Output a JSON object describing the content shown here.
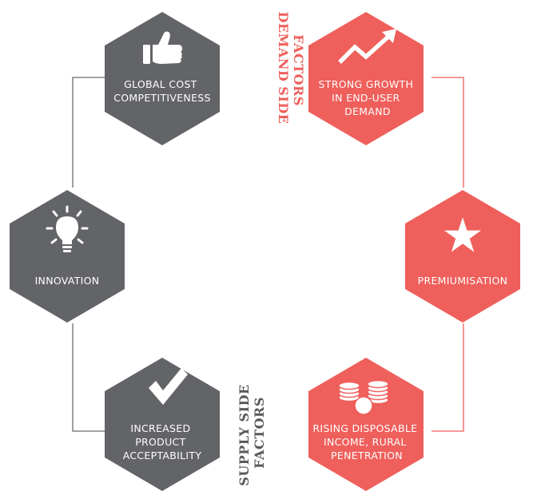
{
  "colors": {
    "supply": "#636467",
    "demand": "#ef5f5b",
    "connector_supply": "#6d6e71",
    "connector_demand": "#ef5f5b"
  },
  "supply_side_label": {
    "line1": "SUPPLY SIDE",
    "line2": "FACTORS"
  },
  "demand_side_label": {
    "line1": "DEMAND SIDE",
    "line2": "FACTORS"
  },
  "factors": [
    {
      "id": "global-cost",
      "side": "supply",
      "icon": "thumbs-up-icon",
      "lines": [
        "GLOBAL COST",
        "COMPETITIVENESS"
      ]
    },
    {
      "id": "innovation",
      "side": "supply",
      "icon": "lightbulb-icon",
      "lines": [
        "INNOVATION"
      ]
    },
    {
      "id": "product-acceptability",
      "side": "supply",
      "icon": "checkmark-icon",
      "lines": [
        "INCREASED",
        "PRODUCT",
        "ACCEPTABILITY"
      ]
    },
    {
      "id": "end-user-demand",
      "side": "demand",
      "icon": "trend-up-arrow-icon",
      "lines": [
        "STRONG GROWTH",
        "IN END-USER",
        "DEMAND"
      ]
    },
    {
      "id": "premiumisation",
      "side": "demand",
      "icon": "star-icon",
      "lines": [
        "PREMIUMISATION"
      ]
    },
    {
      "id": "disposable-income",
      "side": "demand",
      "icon": "coins-icon",
      "lines": [
        "RISING DISPOSABLE",
        "INCOME, RURAL",
        "PENETRATION"
      ]
    }
  ]
}
